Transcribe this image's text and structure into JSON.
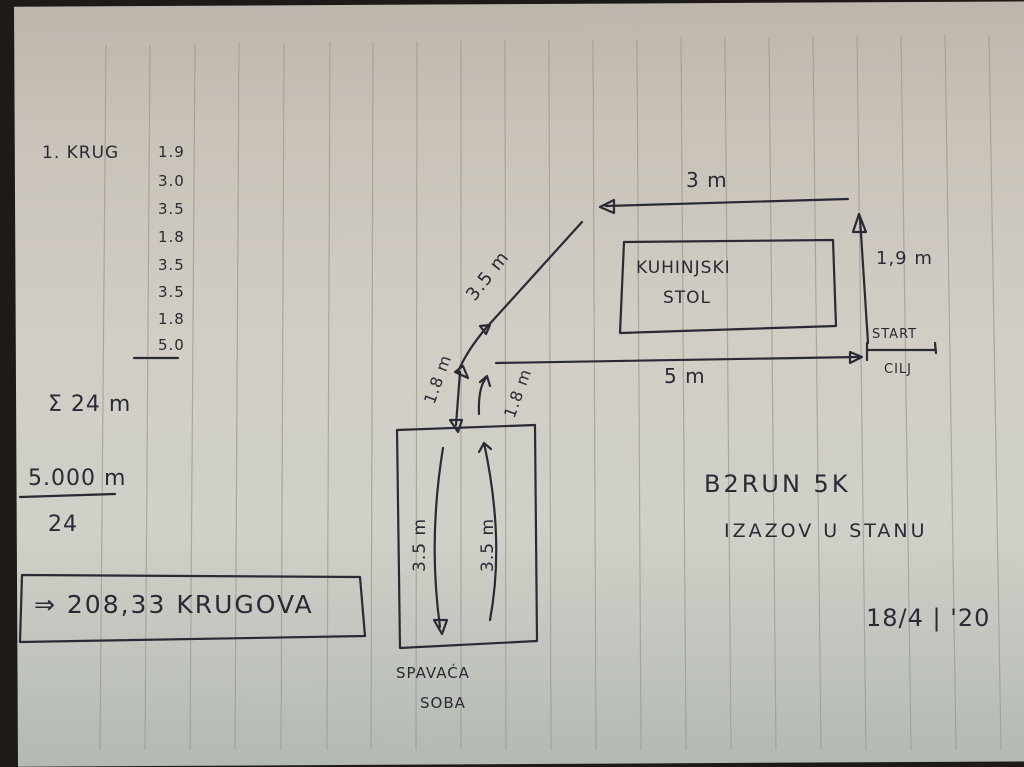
{
  "paper": {
    "color": "#cfcac2",
    "rule_color": "#9c968d",
    "ink_color": "#2a2a36",
    "vertical_rules_x": [
      108,
      152,
      196,
      240,
      284,
      328,
      372,
      416,
      460,
      504,
      548,
      592,
      636,
      680,
      724,
      768,
      812,
      856,
      900,
      944,
      988
    ]
  },
  "lap_calc": {
    "label": "1. KRUG",
    "segments": [
      "1.9",
      "3.0",
      "3.5",
      "1.8",
      "3.5",
      "3.5",
      "1.8",
      "5.0"
    ],
    "sum": "Σ 24 m",
    "numerator": "5.000 m",
    "denominator": "24",
    "result": "⇒ 208,33 KRUGOVA"
  },
  "rooms": {
    "kitchen_table": {
      "line1": "KUHINJSKI",
      "line2": "STOL"
    },
    "bedroom": {
      "line1": "SPAVAĆA",
      "line2": "SOBA"
    }
  },
  "route_labels": {
    "top": "3 m",
    "right": "1,9 m",
    "diagonal": "3.5 m",
    "left_down": "1.8 m",
    "left_up": "1.8 m",
    "bedroom_down": "3.5 m",
    "bedroom_up": "3.5 m",
    "bottom": "5 m",
    "start": "START",
    "finish": "CILJ"
  },
  "title": {
    "line1": "B2RUN 5K",
    "line2": "IZAZOV U STANU",
    "date": "18/4 | '20"
  }
}
